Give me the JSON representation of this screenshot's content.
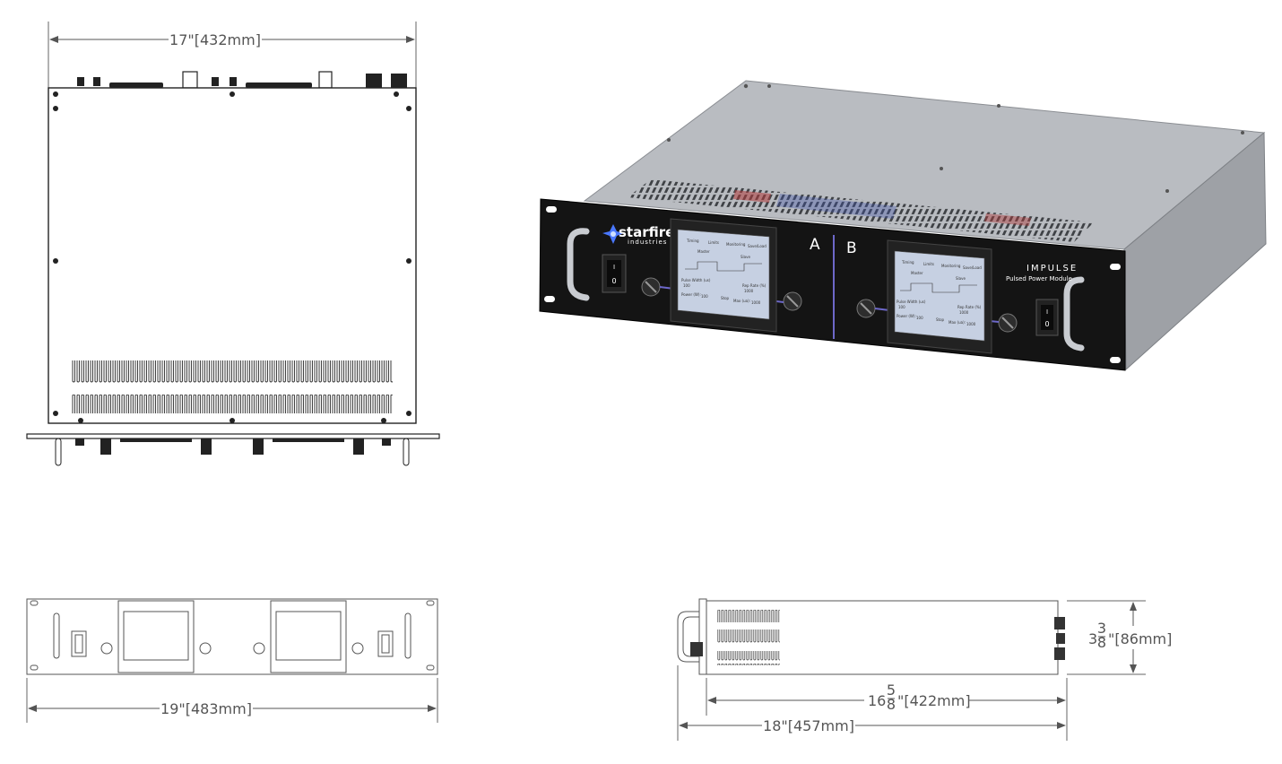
{
  "dimensions": {
    "top_width": "17\"[432mm]",
    "front_width": "19\"[483mm]",
    "height_whole": "3",
    "height_num": "3",
    "height_den": "8",
    "height_mm": "\"[86mm]",
    "depth_body_whole": "16",
    "depth_body_num": "5",
    "depth_body_den": "8",
    "depth_body_mm": "\"[422mm]",
    "depth_total": "18\"[457mm]"
  },
  "front_panel": {
    "brand_name": "starfire",
    "brand_sub": "industries",
    "channel_a": "A",
    "channel_b": "B",
    "product_name": "IMPULSE",
    "product_sub": "Pulsed Power Module",
    "switch_on": "I",
    "switch_off": "0"
  },
  "screen": {
    "tabs": [
      "Timing",
      "Limits",
      "Monitoring",
      "Save/Load"
    ],
    "master": "Master",
    "slave": "Slave",
    "pulse_width_label": "Pulse Width (us)",
    "pulse_width_value": "100",
    "rep_rate_label": "Rep Rate (%)",
    "rep_rate_value": "1000",
    "power_label": "Power (W):",
    "power_value": "100",
    "stop": "Stop",
    "max_label": "Max (ua):",
    "max_value": "1000"
  },
  "colors": {
    "panel": "#141414",
    "chassis_top": "#b9bcc1",
    "chassis_side": "#9ea1a6",
    "screen_bg": "#c6d0e2",
    "accent_line": "#6d68c9"
  }
}
